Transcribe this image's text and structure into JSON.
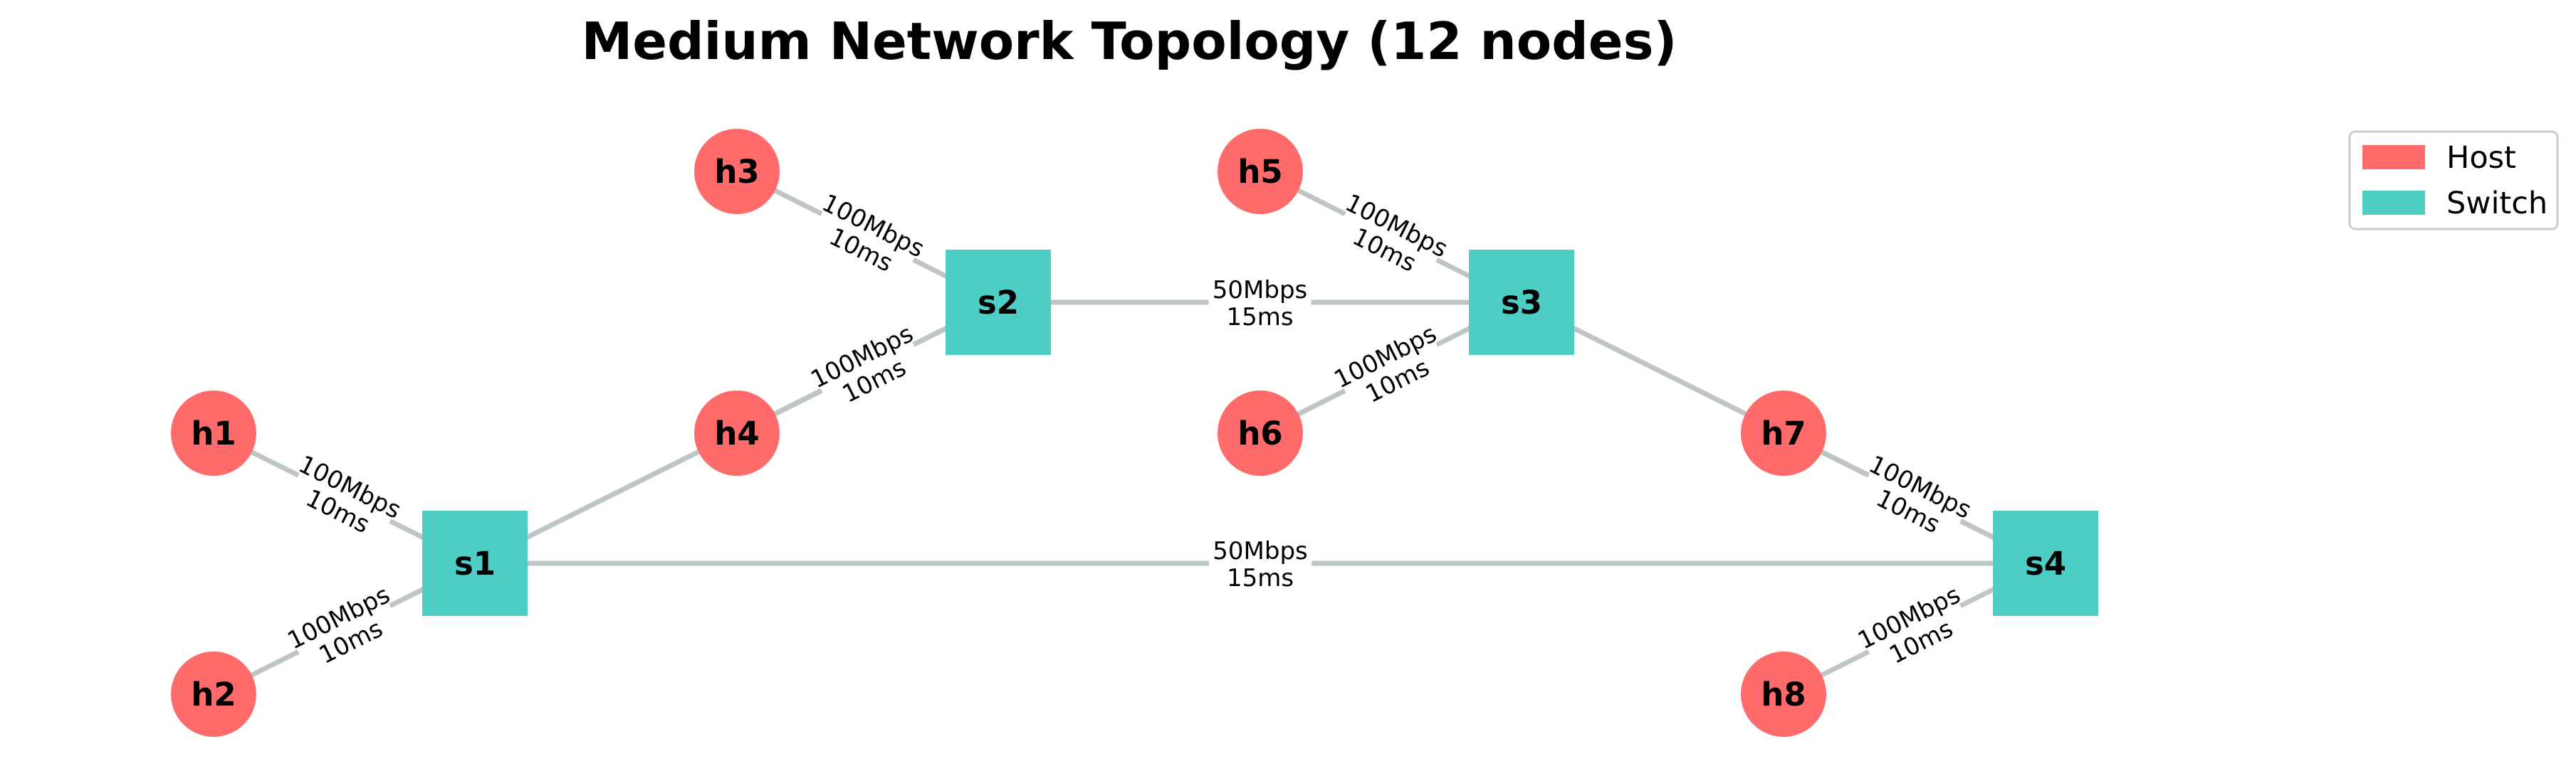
{
  "title": "Medium Network Topology (12 nodes)",
  "colors": {
    "host": "#ff6b6b",
    "switch": "#4ecdc4",
    "edge": "#bdc6c5"
  },
  "legend": {
    "placement": "top-right",
    "items": [
      {
        "label": "Host",
        "color": "#ff6b6b"
      },
      {
        "label": "Switch",
        "color": "#4ecdc4"
      }
    ]
  },
  "nodes": [
    {
      "id": "h1",
      "label": "h1",
      "type": "host"
    },
    {
      "id": "h2",
      "label": "h2",
      "type": "host"
    },
    {
      "id": "h3",
      "label": "h3",
      "type": "host"
    },
    {
      "id": "h4",
      "label": "h4",
      "type": "host"
    },
    {
      "id": "h5",
      "label": "h5",
      "type": "host"
    },
    {
      "id": "h6",
      "label": "h6",
      "type": "host"
    },
    {
      "id": "h7",
      "label": "h7",
      "type": "host"
    },
    {
      "id": "h8",
      "label": "h8",
      "type": "host"
    },
    {
      "id": "s1",
      "label": "s1",
      "type": "switch"
    },
    {
      "id": "s2",
      "label": "s2",
      "type": "switch"
    },
    {
      "id": "s3",
      "label": "s3",
      "type": "switch"
    },
    {
      "id": "s4",
      "label": "s4",
      "type": "switch"
    }
  ],
  "links": [
    {
      "source": "h1",
      "target": "s1",
      "bandwidth": "100Mbps",
      "delay": "10ms"
    },
    {
      "source": "h2",
      "target": "s1",
      "bandwidth": "100Mbps",
      "delay": "10ms"
    },
    {
      "source": "h3",
      "target": "s2",
      "bandwidth": "100Mbps",
      "delay": "10ms"
    },
    {
      "source": "h4",
      "target": "s2",
      "bandwidth": "100Mbps",
      "delay": "10ms"
    },
    {
      "source": "h5",
      "target": "s3",
      "bandwidth": "100Mbps",
      "delay": "10ms"
    },
    {
      "source": "h6",
      "target": "s3",
      "bandwidth": "100Mbps",
      "delay": "10ms"
    },
    {
      "source": "h7",
      "target": "s4",
      "bandwidth": "100Mbps",
      "delay": "10ms"
    },
    {
      "source": "h8",
      "target": "s4",
      "bandwidth": "100Mbps",
      "delay": "10ms"
    },
    {
      "source": "s1",
      "target": "s2",
      "bandwidth": "",
      "delay": ""
    },
    {
      "source": "s2",
      "target": "s3",
      "bandwidth": "50Mbps",
      "delay": "15ms"
    },
    {
      "source": "s3",
      "target": "s4",
      "bandwidth": "",
      "delay": ""
    },
    {
      "source": "s1",
      "target": "s4",
      "bandwidth": "50Mbps",
      "delay": "15ms"
    }
  ]
}
